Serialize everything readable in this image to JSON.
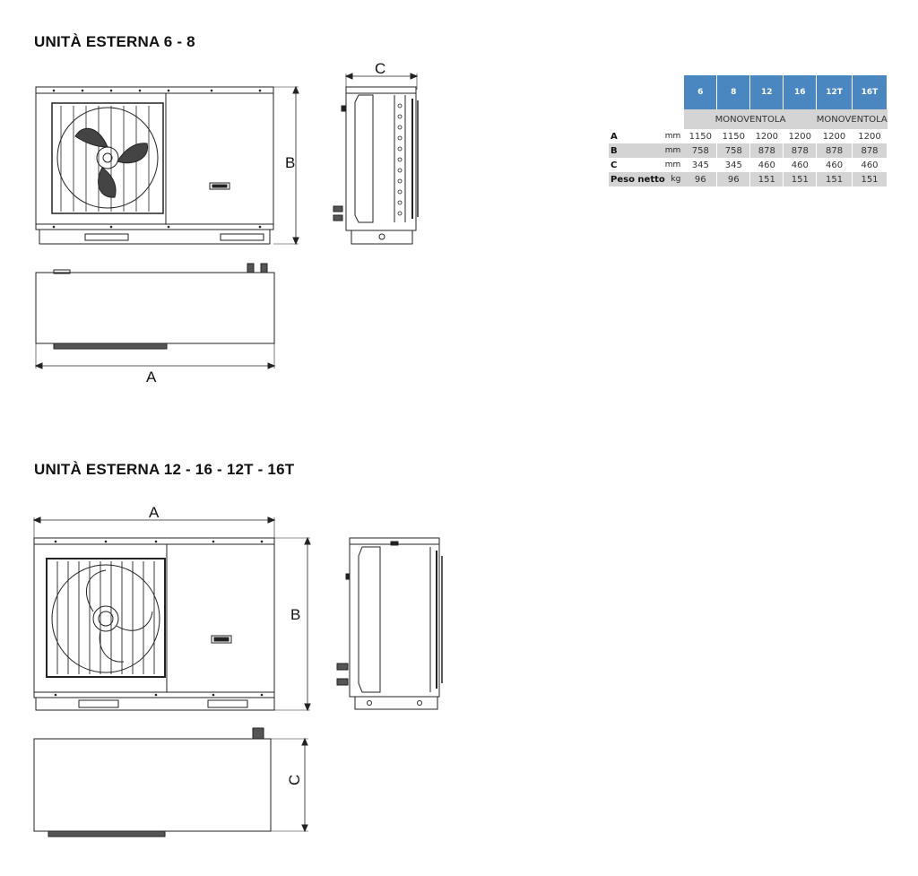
{
  "section1": {
    "title": "UNITÀ ESTERNA 6 - 8"
  },
  "section2": {
    "title": "UNITÀ ESTERNA 12 - 16 - 12T - 16T"
  },
  "dimension_labels": {
    "a": "A",
    "b": "B",
    "c": "C"
  },
  "spec_table": {
    "models": [
      "6",
      "8",
      "12",
      "16",
      "12T",
      "16T"
    ],
    "group_label_1": "MONOVENTOLA",
    "group_label_2": "MONOVENTOLA",
    "rows": [
      {
        "label": "A",
        "unit": "mm",
        "values": [
          "1150",
          "1150",
          "1200",
          "1200",
          "1200",
          "1200"
        ]
      },
      {
        "label": "B",
        "unit": "mm",
        "values": [
          "758",
          "758",
          "878",
          "878",
          "878",
          "878"
        ]
      },
      {
        "label": "C",
        "unit": "mm",
        "values": [
          "345",
          "345",
          "460",
          "460",
          "460",
          "460"
        ]
      },
      {
        "label": "Peso netto",
        "unit": "kg",
        "values": [
          "96",
          "96",
          "151",
          "151",
          "151",
          "151"
        ]
      }
    ],
    "header_color": "#4a86c0",
    "shade_color": "#d4d4d4"
  }
}
